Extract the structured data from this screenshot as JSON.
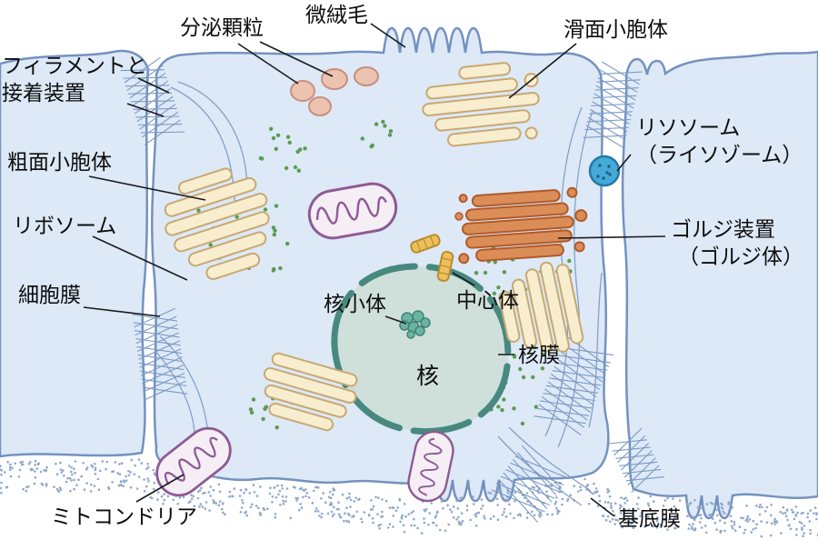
{
  "diagram": {
    "type": "animal-cell-structure",
    "language": "ja"
  },
  "labels": {
    "secretory_granules": "分泌顆粒",
    "microvilli": "微絨毛",
    "smooth_er": "滑面小胞体",
    "filaments_1": "フィラメントと",
    "filaments_2": "接着装置",
    "lysosome_1": "リソソーム",
    "lysosome_2": "（ライソゾーム）",
    "rough_er": "粗面小胞体",
    "ribosome": "リボソーム",
    "golgi_1": "ゴルジ装置",
    "golgi_2": "（ゴルジ体）",
    "cell_membrane": "細胞膜",
    "nucleolus": "核小体",
    "centrosome": "中心体",
    "nucleus": "核",
    "nuclear_membrane": "核膜",
    "mitochondria": "ミトコンドリア",
    "basement_membrane": "基底膜"
  },
  "colors": {
    "cell_fill": "#dde9f6",
    "cell_stroke": "#7492bf",
    "er_fill": "#f8eecf",
    "er_stroke": "#c8a873",
    "golgi_fill": "#db8d58",
    "golgi_stroke": "#b05a2a",
    "granule_fill": "#ecc3b0",
    "granule_stroke": "#c68f7c",
    "mitochondria_fill": "#f5eef5",
    "mitochondria_stroke": "#8d5a94",
    "nucleus_fill": "#cfdfda",
    "nuclear_envelope": "#47897e",
    "nucleolus_fill": "#6db3a2",
    "lysosome_fill": "#47a9d6",
    "lysosome_stroke": "#2579a8",
    "centriole_fill": "#eec05c",
    "centriole_stroke": "#b98c2e",
    "ribosome_dot": "#5c9b50",
    "basement_dot": "#8fa8cb",
    "filament_stroke": "#7b99c4",
    "label_text": "#0d0d0d"
  }
}
